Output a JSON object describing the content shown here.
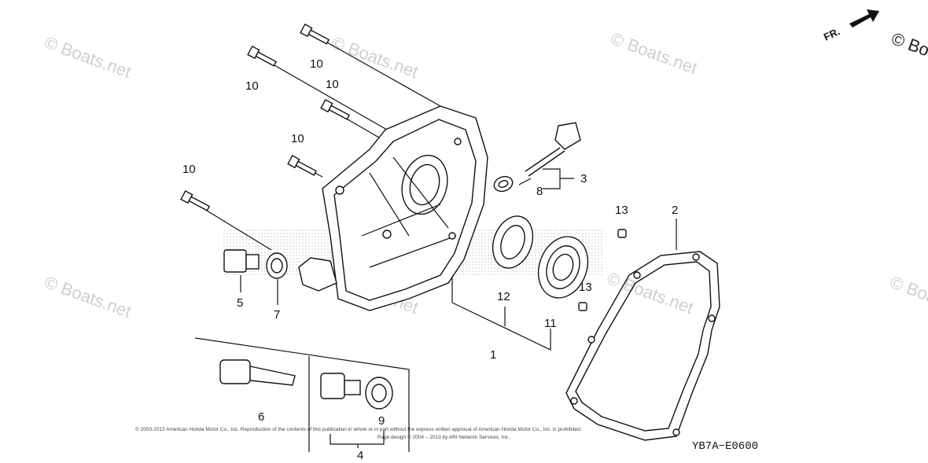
{
  "watermark": "© Boats.net",
  "direction_label": "FR.",
  "diagram_code": "YB7A−E0600",
  "copyright_lines": [
    "© 2000-2013 American Honda Motor Co., Inc. Reproduction of the contents of this publication in whole or in part without the express written approval of American Honda Motor Co., Inc. is prohibited.",
    "Page design © 2004 – 2013 by ARI Network Services, Inc."
  ],
  "callouts": {
    "c10a": "10",
    "c10b": "10",
    "c10c": "10",
    "c10d": "10",
    "c10e": "10",
    "c3": "3",
    "c8": "8",
    "c13a": "13",
    "c2": "2",
    "c5": "5",
    "c7": "7",
    "c12": "12",
    "c13b": "13",
    "c11": "11",
    "c1": "1",
    "c6": "6",
    "c9": "9",
    "c4": "4"
  },
  "colors": {
    "line": "#111111",
    "watermark": "#cfcfcf",
    "stipple": "#bdbdbd"
  }
}
